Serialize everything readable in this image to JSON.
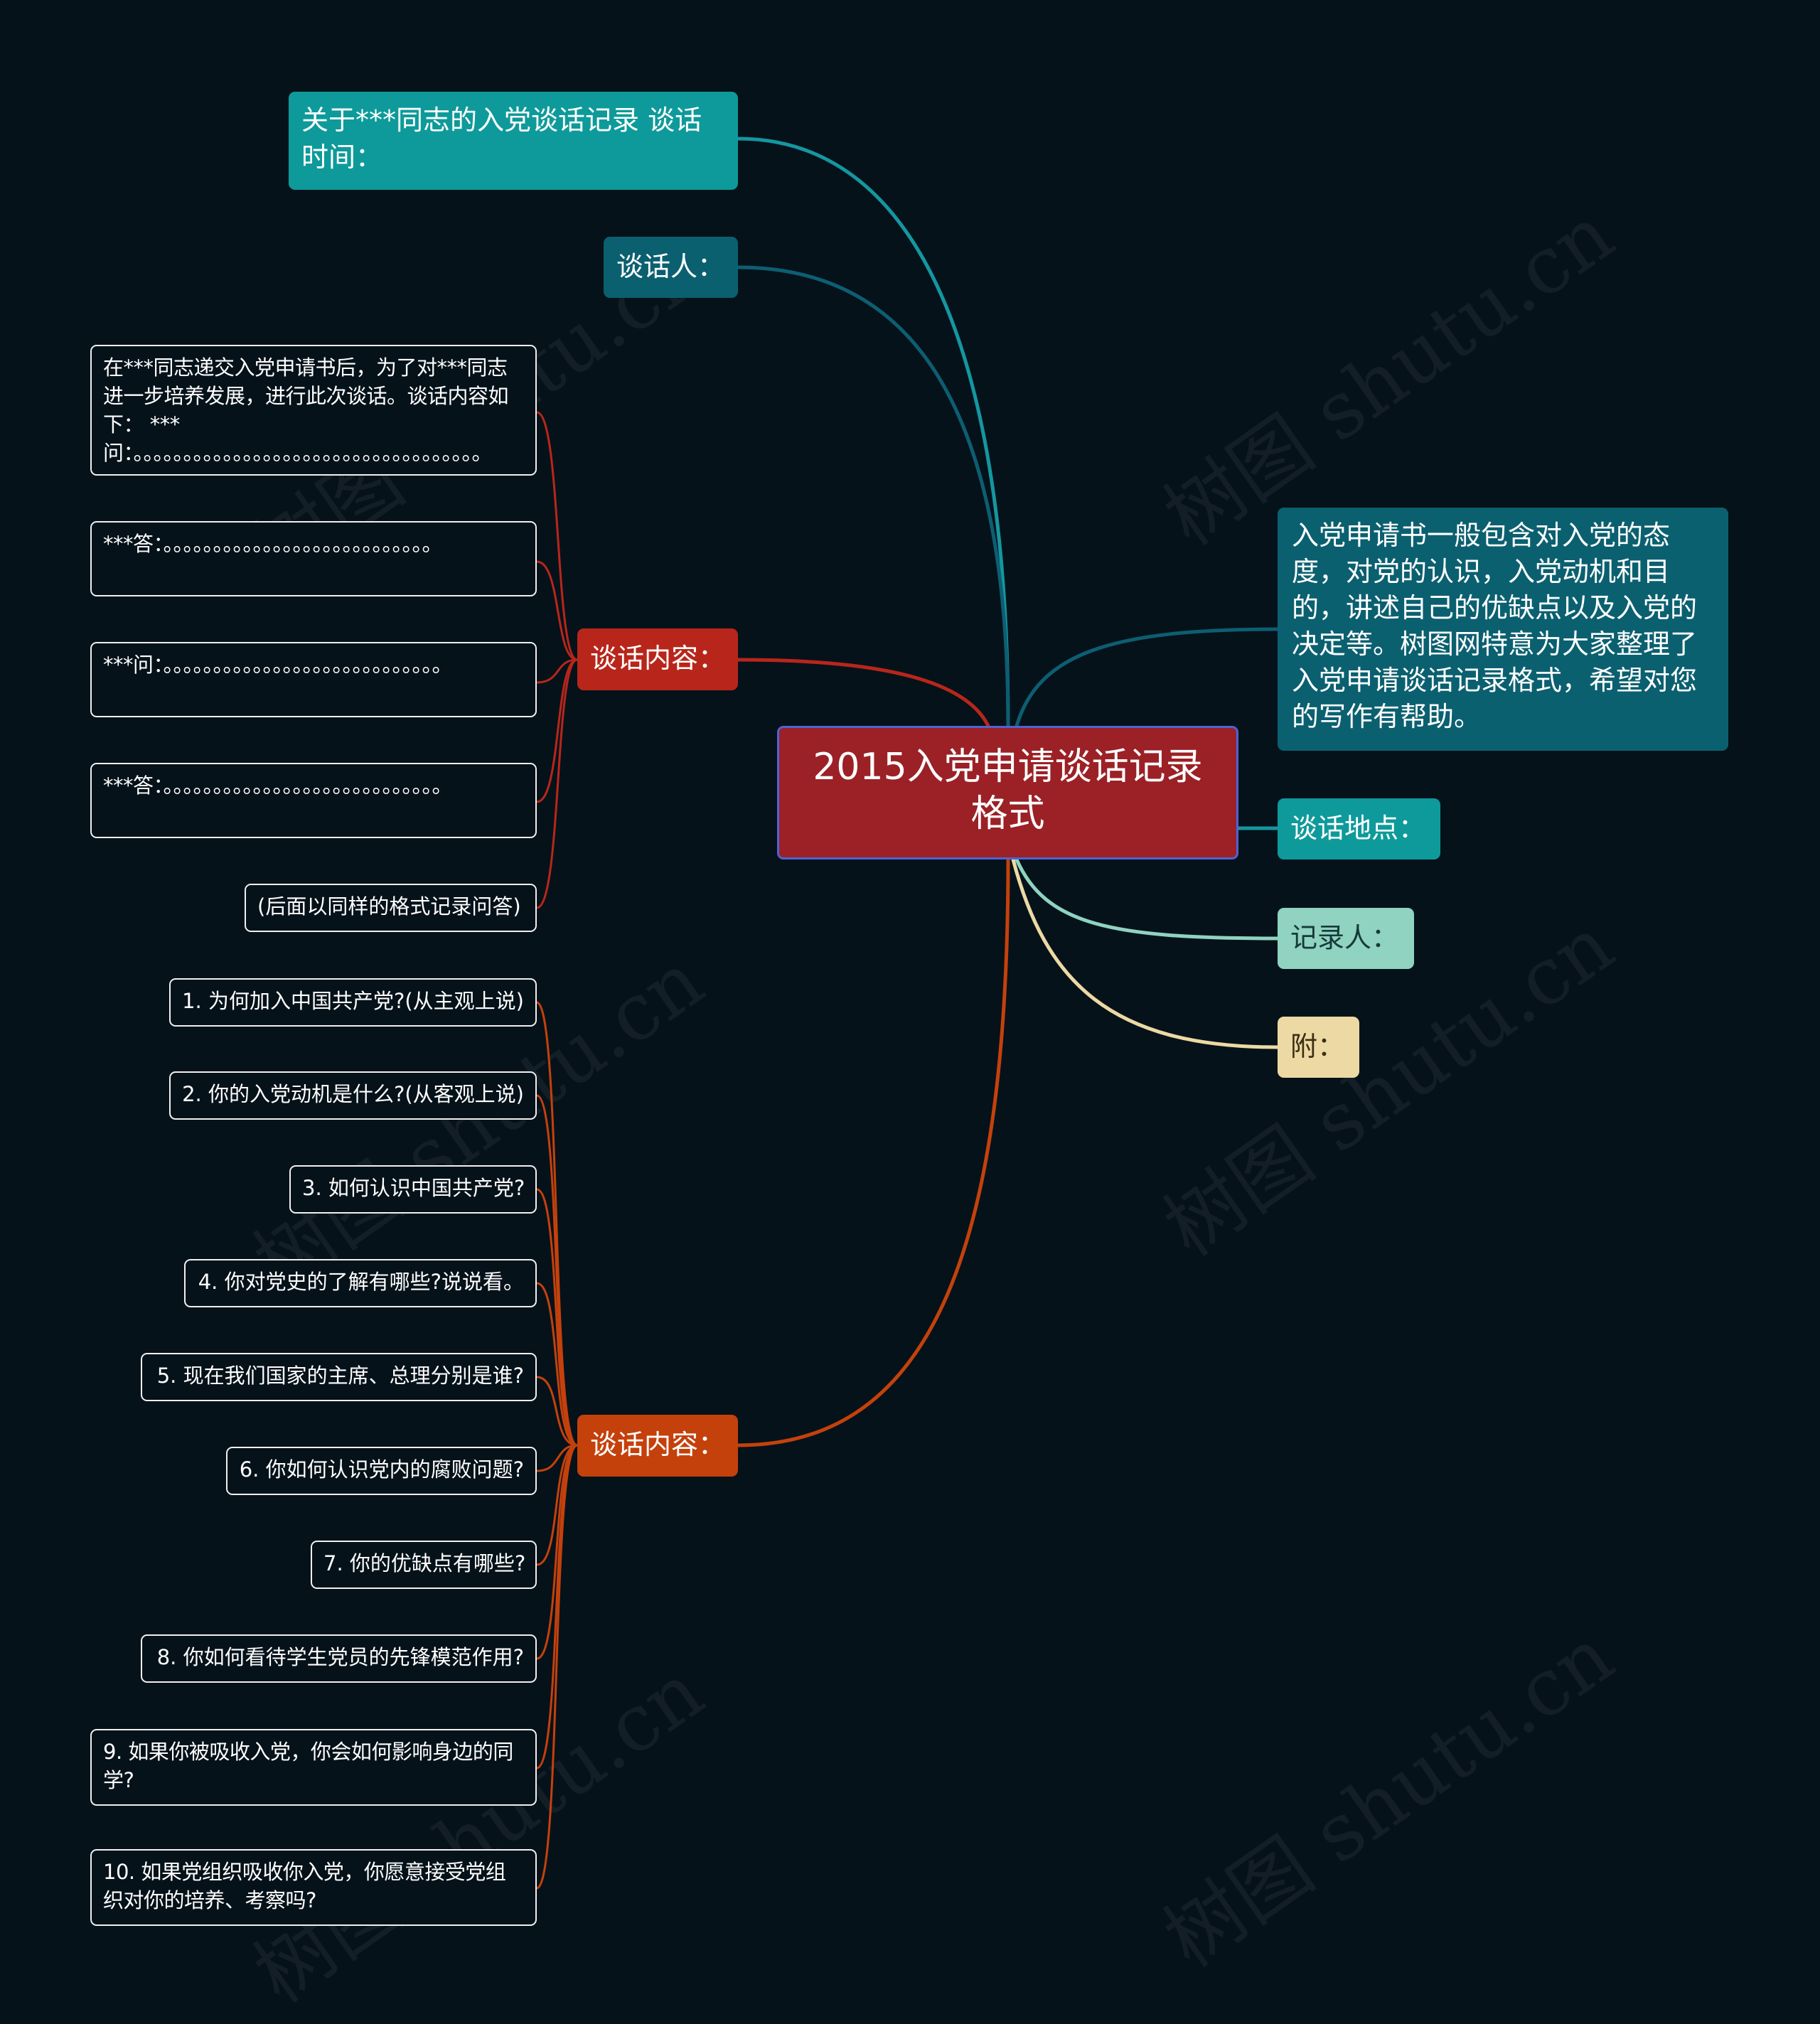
{
  "root": {
    "title": "2015入党申请谈话记录格式"
  },
  "left_branches": {
    "b1": "关于***同志的入党谈话记录 谈话时间：",
    "b2": "谈话人：",
    "b3": "谈话内容：",
    "b4": "谈话内容："
  },
  "right_branches": {
    "intro": "入党申请书一般包含对入党的态度，对党的认识，入党动机和目的，讲述自己的优缺点以及入党的决定等。树图网特意为大家整理了入党申请谈话记录格式，希望对您的写作有帮助。",
    "location": "谈话地点：",
    "recorder": "记录人：",
    "appendix": "附："
  },
  "content_leaves": [
    "在***同志递交入党申请书后，为了对***同志进一步培养发展，进行此次谈话。谈话内容如下：  ***问：。。。。。。。。。。。。。。。。。。。。。。。。。。。。。。。。。。。",
    "***答：。。。。。。。。。。。。。。。。。。。。。。。。。。。",
    "***问：。。。。。。。。。。。。。。。。。。。。。。。。。。。。",
    "***答：。。。。。。。。。。。。。。。。。。。。。。。。。。。。",
    "(后面以同样的格式记录问答)"
  ],
  "question_leaves": [
    "1. 为何加入中国共产党?(从主观上说)",
    "2. 你的入党动机是什么?(从客观上说)",
    "3. 如何认识中国共产党?",
    "4. 你对党史的了解有哪些?说说看。",
    "5. 现在我们国家的主席、总理分别是谁?",
    "6. 你如何认识党内的腐败问题?",
    "7. 你的优缺点有哪些?",
    "8. 你如何看待学生党员的先锋模范作用?",
    "9. 如果你被吸收入党，你会如何影响身边的同学?",
    "10. 如果党组织吸收你入党，你愿意接受党组织对你的培养、考察吗?"
  ],
  "watermarks": [
    "树图 shutu.cn",
    "树图 shutu.cn",
    "树图 shutu.cn",
    "树图 shutu.cn",
    "树图 shutu.cn",
    "树图 shutu.cn"
  ],
  "colors": {
    "background": "#06121a",
    "root": "#9b2126",
    "root_border": "#4f63d2",
    "teal": "#0e9a9a",
    "dark_teal": "#0b6070",
    "red": "#b8261b",
    "orange": "#c4410c",
    "mint": "#8fd3c0",
    "cream": "#ecd9a4"
  }
}
